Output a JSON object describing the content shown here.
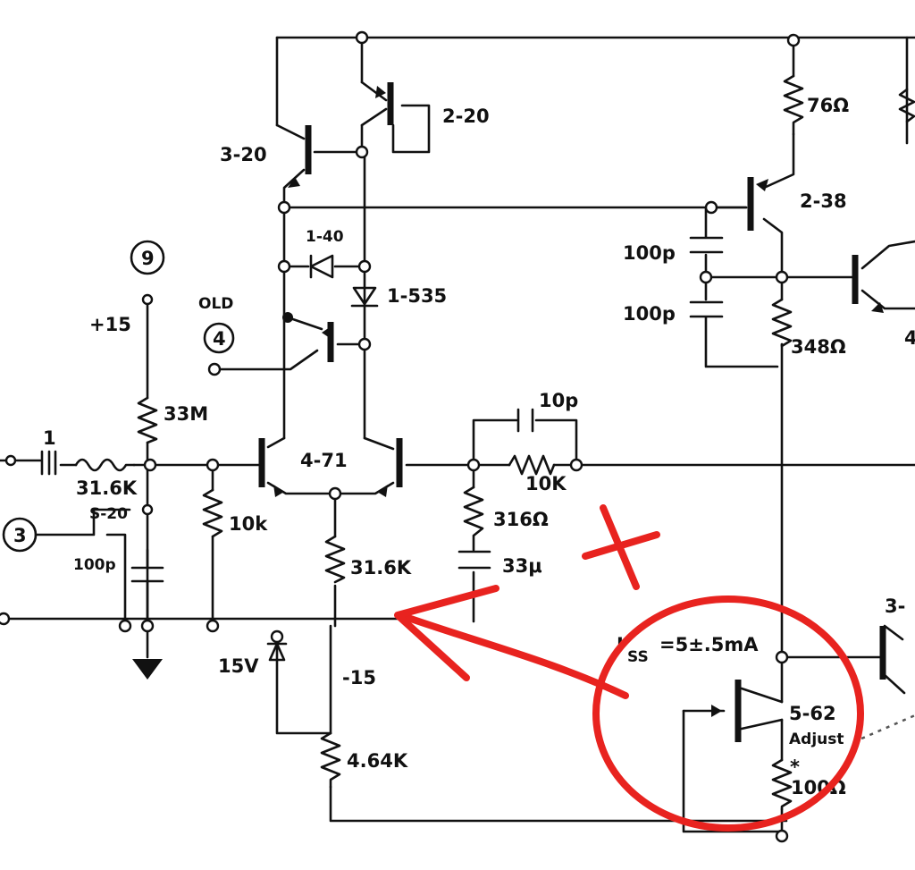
{
  "labels": {
    "q_2_20": "2-20",
    "q_3_20": "3-20",
    "q_2_38": "2-38",
    "q_4_71": "4-71",
    "q_5_62": "5-62",
    "q_3_partial": "3-",
    "q_4_partial": "4",
    "d_1_40": "1-40",
    "d_1_535": "1-535",
    "r_76": "76Ω",
    "r_348": "348Ω",
    "r_33m": "33M",
    "r_31_6k_in": "31.6K",
    "r_10k_left": "10k",
    "r_31_6k_mid": "31.6K",
    "r_316": "316Ω",
    "r_10k_fb": "10K",
    "r_4_64k": "4.64K",
    "r_100": "100Ω",
    "c_1": "1",
    "c_100p_left": "100p",
    "c_10p": "10p",
    "c_33u": "33μ",
    "c_100p_a": "100p",
    "c_100p_b": "100p",
    "zener_15v": "15V",
    "rail_pos": "+15",
    "rail_neg": "-15",
    "node_9": "9",
    "node_4": "4",
    "node_3": "3",
    "old_label": "OLD",
    "s_20": "S-20",
    "iss_label": "I",
    "iss_sub": "SS",
    "iss_value": "=5±.5mA",
    "adjust_label": "Adjust",
    "star": "*"
  },
  "annotation": {
    "mark": "X",
    "color": "#e8231f"
  }
}
